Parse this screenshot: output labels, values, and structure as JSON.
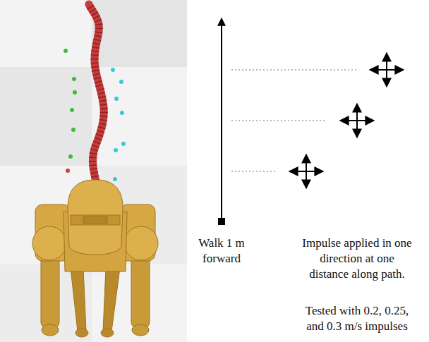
{
  "diagram": {
    "labels": [
      "Walk 1 m forward",
      "Impulse applied in one direction at one distance along path.",
      "Tested with 0.2, 0.25, and 0.3 m/s impulses"
    ]
  }
}
